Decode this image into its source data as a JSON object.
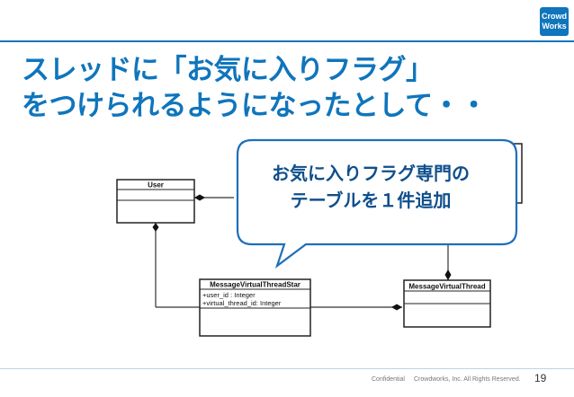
{
  "logo": {
    "line1": "Crowd",
    "line2": "Works"
  },
  "title": {
    "line1": "スレッドに「お気に入りフラグ」",
    "line2": "をつけられるようになったとして・・"
  },
  "callout": {
    "line1": "お気に入りフラグ専門の",
    "line2": "テーブルを１件追加"
  },
  "diagram": {
    "classes": {
      "user": {
        "name": "User"
      },
      "mvts": {
        "name": "MessageVirtualThreadStar",
        "attrs": [
          "+user_id : Integer",
          "+virtual_thread_id: Integer"
        ]
      },
      "mvt": {
        "name": "MessageVirtualThread"
      }
    }
  },
  "footer": {
    "confidential": "Confidential",
    "copyright": "Crowdworks, Inc. All Rights Reserved.",
    "page": "19"
  },
  "colors": {
    "brand": "#0f75bc",
    "callout_border": "#1e6fb8"
  }
}
